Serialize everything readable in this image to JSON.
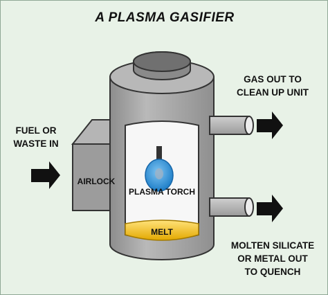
{
  "title": "A PLASMA GASIFIER",
  "labels": {
    "input_line1": "FUEL OR",
    "input_line2": "WASTE IN",
    "airlock": "AIRLOCK",
    "torch": "PLASMA TORCH",
    "melt": "MELT",
    "gas_out_line1": "GAS OUT TO",
    "gas_out_line2": "CLEAN UP UNIT",
    "molten_line1": "MOLTEN SILICATE",
    "molten_line2": "OR METAL OUT",
    "molten_line3": "TO QUENCH"
  },
  "colors": {
    "background": "#e8f2e7",
    "vessel": "#a8a8a8",
    "interior": "#f7f7f7",
    "torch": "#2a8fd6",
    "melt": "#f2c20f",
    "arrow": "#111111"
  }
}
